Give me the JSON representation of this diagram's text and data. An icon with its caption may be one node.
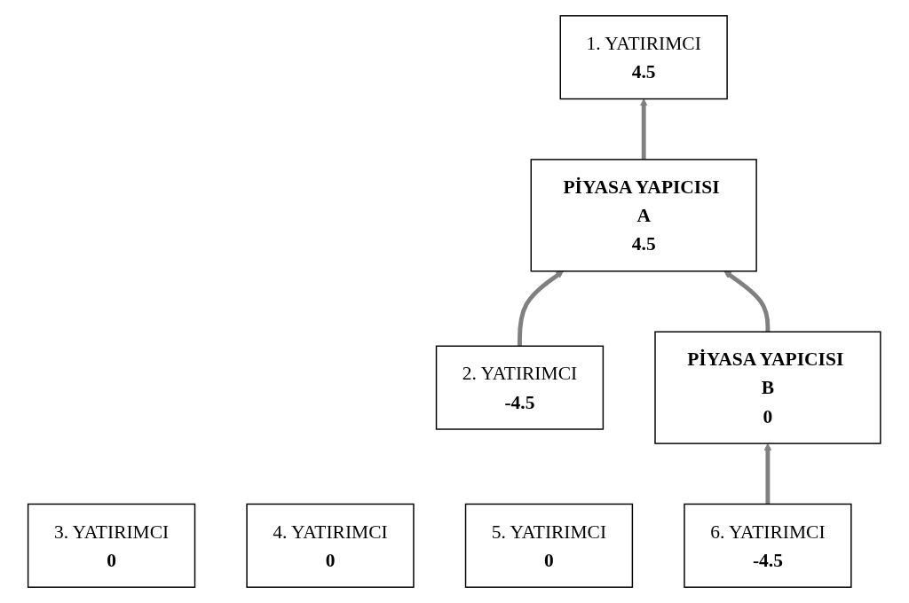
{
  "diagram": {
    "nodes": [
      {
        "text": [
          "1. YATIRIMCI",
          "4.5"
        ]
      },
      {
        "text": [
          "2. YATIRIMCI",
          "-4.5"
        ]
      },
      {
        "text": [
          "PİYASA YAPICISI A",
          "4.5"
        ]
      },
      {
        "text": [
          "3. YATIRIMCI",
          "0"
        ]
      },
      {
        "text": [
          "4. YATIRIMCI",
          "0"
        ]
      },
      {
        "text": [
          "PİYASA YAPICISI B",
          "0"
        ]
      },
      {
        "text": [
          "5. YATIRIMCI",
          "0"
        ]
      },
      {
        "text": [
          "6. YATIRIMCI",
          "-4.5"
        ]
      }
    ],
    "edges": [
      {
        "from": 2,
        "to": 0,
        "arrow": "to"
      },
      {
        "from": 1,
        "to": 2,
        "arrow": "to"
      },
      {
        "from": 5,
        "to": 2,
        "arrow": "to"
      },
      {
        "from": 7,
        "to": 5,
        "arrow": "to"
      }
    ]
  }
}
